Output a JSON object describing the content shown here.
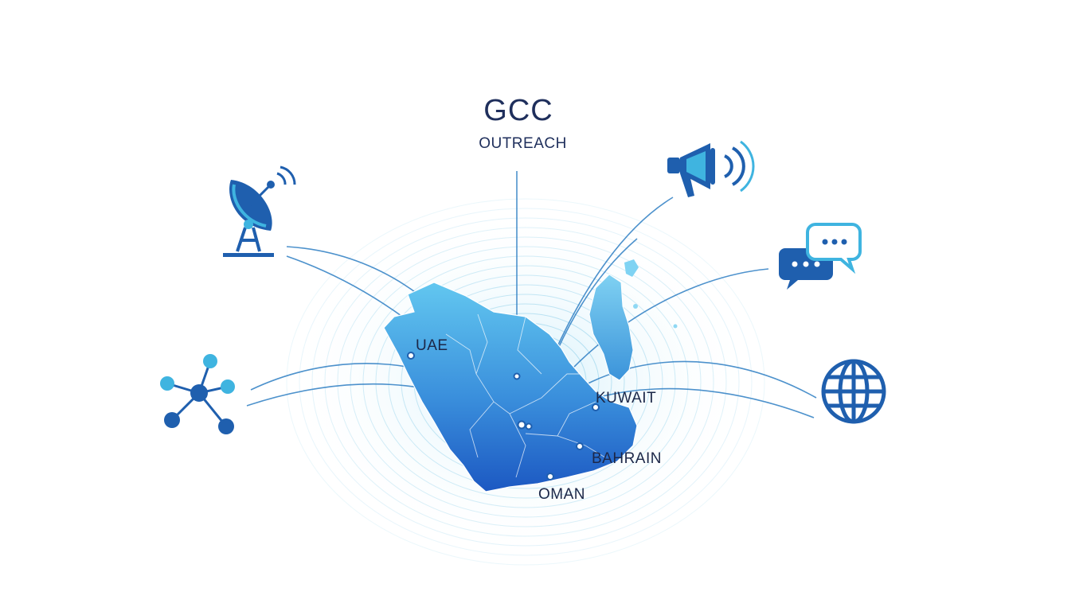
{
  "header": {
    "title": "GCC",
    "subtitle": "OUTREACH"
  },
  "countries": [
    {
      "label": "UAE"
    },
    {
      "label": "KUWAIT"
    },
    {
      "label": "BAHRAIN"
    },
    {
      "label": "OMAN"
    }
  ],
  "icons": [
    "satellite-dish-icon",
    "megaphone-icon",
    "chat-bubbles-icon",
    "network-nodes-icon",
    "globe-icon"
  ],
  "colors": {
    "map_dark": "#1e5fc4",
    "map_light": "#5ec3ef",
    "line": "#2f7fc4",
    "ring": "#9fd7ee",
    "text": "#1f2f5c",
    "icon_dark": "#1f5fae",
    "icon_light": "#3fb4e0"
  }
}
